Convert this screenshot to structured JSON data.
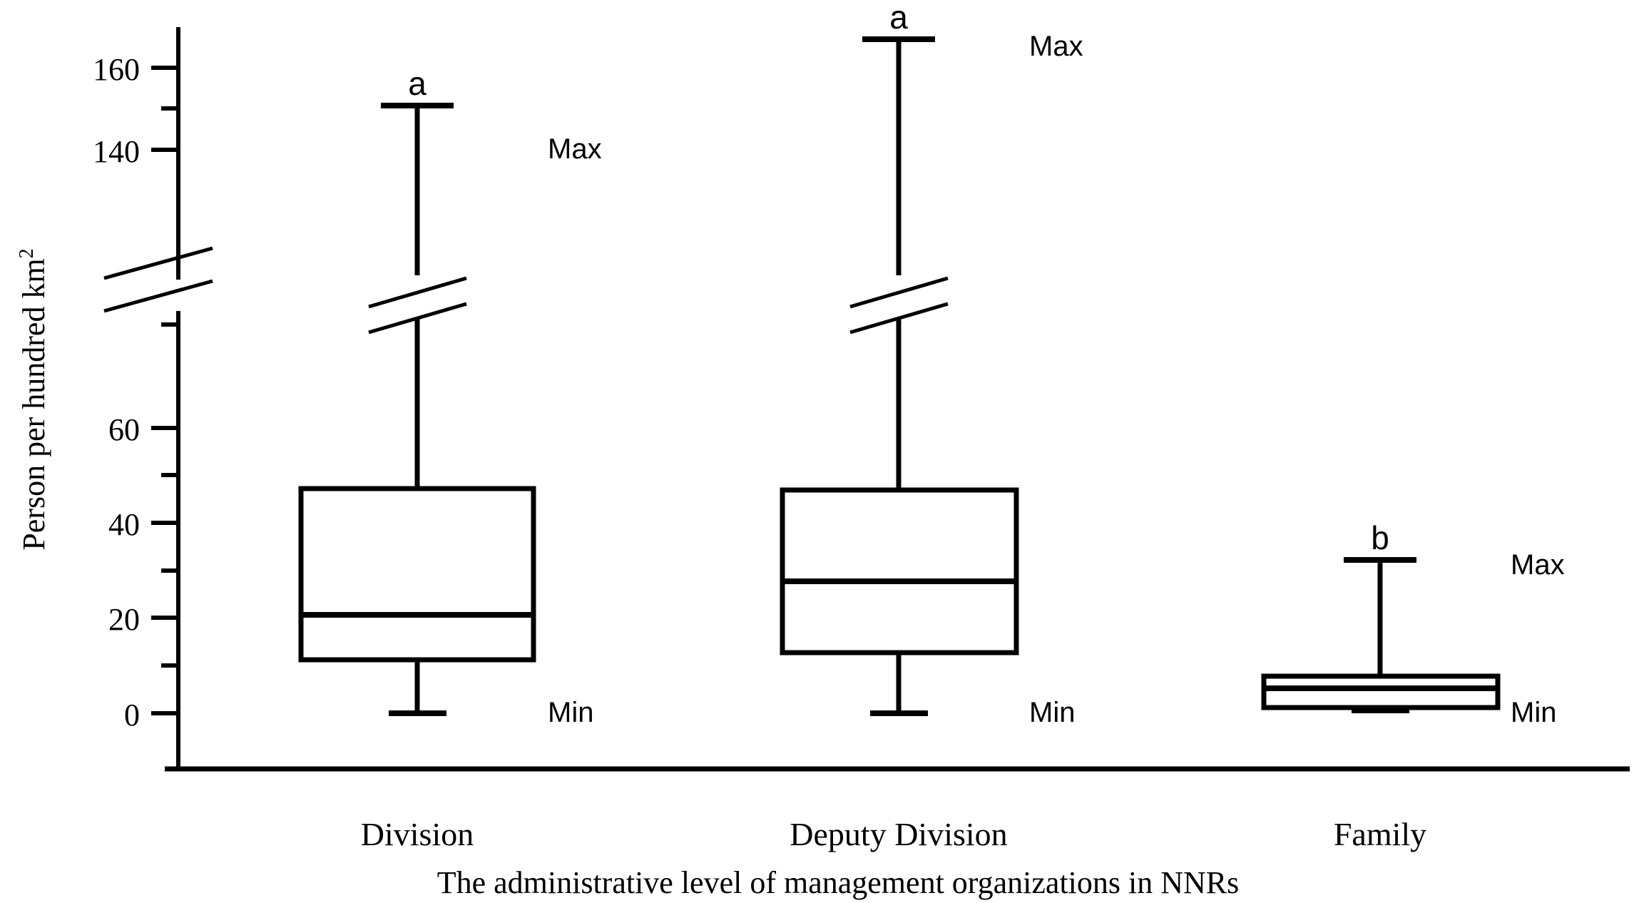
{
  "chart_data": {
    "type": "box",
    "title": "",
    "xlabel": "The administrative level of management organizations in NNRs",
    "ylabel": "Person per hundred km",
    "ylabel_superscript": "2",
    "categories": [
      "Division",
      "Deputy Division",
      "Family"
    ],
    "y_ticks_labeled": [
      0,
      20,
      40,
      60,
      140,
      160
    ],
    "y_tick_labels": [
      "0",
      "20",
      "40",
      "60",
      "140",
      "160"
    ],
    "y_minor_ticks": [
      10,
      30,
      50,
      150
    ],
    "axis_break": true,
    "axis_break_between": [
      60,
      140
    ],
    "grid": false,
    "legend": null,
    "annotation_labels": {
      "max": "Max",
      "min": "Min"
    },
    "boxes": [
      {
        "category": "Division",
        "min": 0,
        "q1": 8,
        "median": 16,
        "q3": 37.5,
        "max": 151,
        "significance_letter": "a",
        "whisker_broken": true,
        "max_label": "Max",
        "min_label": "Min"
      },
      {
        "category": "Deputy Division",
        "min": 0,
        "q1": 9.5,
        "median": 21.5,
        "q3": 37,
        "max": 166,
        "significance_letter": "a",
        "whisker_broken": true,
        "max_label": "Max",
        "min_label": "Min"
      },
      {
        "category": "Family",
        "min": 0,
        "q1": 1.5,
        "median": 3.5,
        "q3": 5.5,
        "max": 32.5,
        "significance_letter": "b",
        "whisker_broken": false,
        "max_label": "Max",
        "min_label": "Min"
      }
    ],
    "colors": {
      "line": "#000000",
      "fill": "#ffffff",
      "background": "#ffffff"
    }
  }
}
